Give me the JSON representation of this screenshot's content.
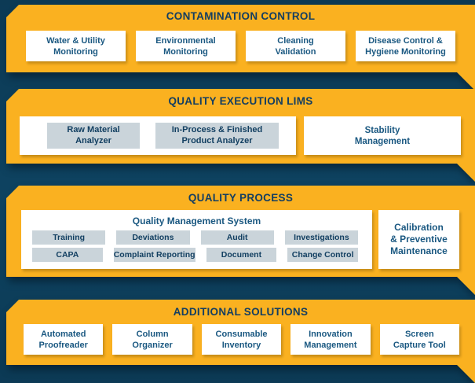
{
  "palette": {
    "bg_base": "#0E4361",
    "bg_dark": "#0C3A55",
    "band_orange": "#FAB120",
    "header_navy": "#143E61",
    "label_blue": "#1A5881",
    "chip_bg": "#CAD4DA",
    "chip_text": "#123F61"
  },
  "bands": [
    {
      "title": "CONTAMINATION CONTROL",
      "boxes": [
        "Water & Utility\nMonitoring",
        "Environmental\nMonitoring",
        "Cleaning\nValidation",
        "Disease Control &\nHygiene Monitoring"
      ]
    },
    {
      "title": "QUALITY EXECUTION LIMS",
      "analyzers": [
        "Raw Material\nAnalyzer",
        "In-Process & Finished\nProduct Analyzer"
      ],
      "side_box": "Stability\nManagement"
    },
    {
      "title": "QUALITY PROCESS",
      "qms_title": "Quality Management System",
      "qms_row1": [
        "Training",
        "Deviations",
        "Audit",
        "Investigations"
      ],
      "qms_row2": [
        "CAPA",
        "Complaint Reporting",
        "Document",
        "Change Control"
      ],
      "side_box": "Calibration\n& Preventive\nMaintenance"
    },
    {
      "title": "ADDITIONAL SOLUTIONS",
      "boxes": [
        "Automated\nProofreader",
        "Column\nOrganizer",
        "Consumable\nInventory",
        "Innovation\nManagement",
        "Screen\nCapture Tool"
      ]
    }
  ]
}
